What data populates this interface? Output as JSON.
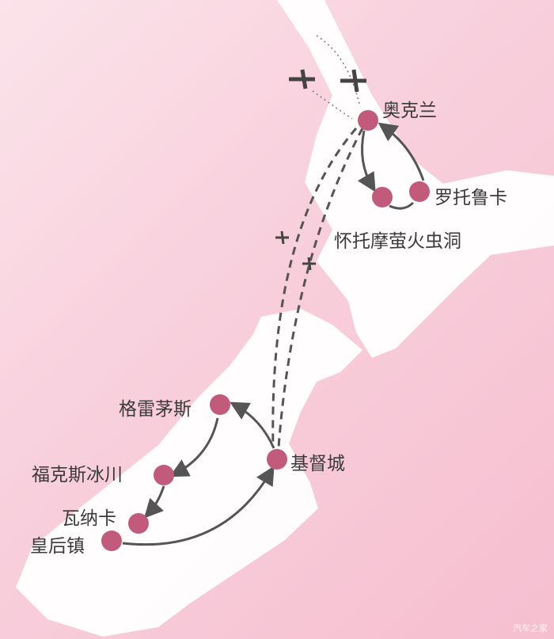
{
  "title": "New Zealand route map",
  "colors": {
    "marker": "#c25a7c",
    "route": "#555555",
    "land": "#ffffff"
  },
  "places": [
    {
      "id": "auckland",
      "label": "奥克兰"
    },
    {
      "id": "rotorua",
      "label": "罗托鲁卡"
    },
    {
      "id": "waitomo",
      "label": "怀托摩萤火虫洞"
    },
    {
      "id": "greymouth",
      "label": "格雷茅斯"
    },
    {
      "id": "christchurch",
      "label": "基督城"
    },
    {
      "id": "fox",
      "label": "福克斯冰川"
    },
    {
      "id": "wanaka",
      "label": "瓦纳卡"
    },
    {
      "id": "queenstown",
      "label": "皇后镇"
    }
  ],
  "watermark": "汽车之家"
}
